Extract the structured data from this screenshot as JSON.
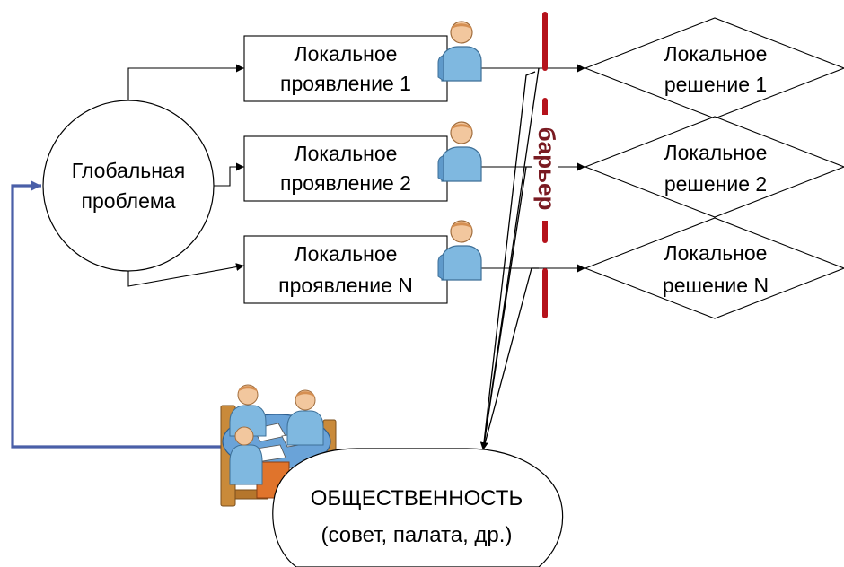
{
  "global_problem": {
    "line1": "Глобальная",
    "line2": "проблема"
  },
  "manifestations": [
    {
      "line1": "Локальное",
      "line2": "проявление 1"
    },
    {
      "line1": "Локальное",
      "line2": "проявление 2"
    },
    {
      "line1": "Локальное",
      "line2": "проявление N"
    }
  ],
  "solutions": [
    {
      "line1": "Локальное",
      "line2": "решение 1"
    },
    {
      "line1": "Локальное",
      "line2": "решение 2"
    },
    {
      "line1": "Локальное",
      "line2": "решение N"
    }
  ],
  "barrier": {
    "label": "барьер"
  },
  "public": {
    "line1": "ОБЩЕСТВЕННОСТЬ",
    "line2": "(совет, палата, др.)"
  },
  "colors": {
    "barrier": "#b5121b",
    "barrier_text": "#7a1b22",
    "feedback": "#4a5fa8",
    "person_body": "#7fb8e0",
    "person_head": "#f2c79e",
    "table": "#6aa3d8",
    "chairs": "#c98a3a"
  },
  "icons": [
    "person-icon",
    "meeting-icon"
  ]
}
